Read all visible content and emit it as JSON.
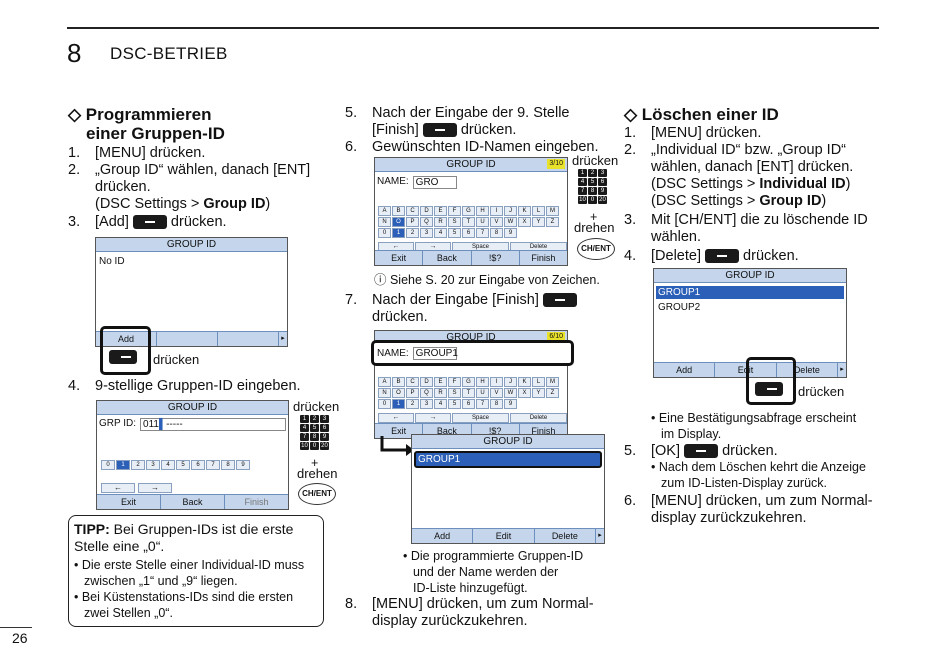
{
  "header": {
    "chapter_number": "8",
    "chapter_title": "DSC-BETRIEB",
    "page_number": "26"
  },
  "col1": {
    "heading_line1": "◇ Programmieren",
    "heading_line2": "einer Gruppen-ID",
    "s1_n": "1.",
    "s1": "[MENU] drücken.",
    "s2_n": "2.",
    "s2a": "„Group ID“ wählen, danach [ENT]",
    "s2b": "drücken.",
    "s2c_pre": "(DSC Settings > ",
    "s2c_bold": "Group ID",
    "s2c_post": ")",
    "s3_n": "3.",
    "s3_pre": "[Add]",
    "s3_post": "drücken.",
    "screen1": {
      "title": "GROUP ID",
      "line": "No ID",
      "softkey": "Add"
    },
    "druecken": "drücken",
    "s4_n": "4.",
    "s4": "9-stellige Gruppen-ID eingeben.",
    "screen2": {
      "title": "GROUP ID",
      "label": "GRP ID:",
      "value": "011",
      "cursor_char": "▌",
      "dashes": "-----",
      "exit": "Exit",
      "back": "Back",
      "finish": "Finish",
      "left_arrow": "←",
      "right_arrow": "→",
      "keys": [
        "0",
        "1",
        "2",
        "3",
        "4",
        "5",
        "6",
        "7",
        "8",
        "9"
      ]
    },
    "keypad_label": "drücken",
    "plus": "+",
    "drehen": "drehen",
    "knob": "CH/ENT",
    "tip_bold": "TIPP:",
    "tip_1": " Bei Gruppen-IDs ist die erste",
    "tip_2": "Stelle eine „0“.",
    "tip_b1a": "• Die erste Stelle einer Individual-ID muss",
    "tip_b1b": "zwischen „1“ und „9“ liegen.",
    "tip_b2a": "• Bei Küstenstations-IDs sind die ersten",
    "tip_b2b": "zwei Stellen „0“."
  },
  "col2": {
    "s5_n": "5.",
    "s5a": "Nach der Eingabe der 9. Stelle",
    "s5b_pre": "[Finish]",
    "s5b_post": "drücken.",
    "s6_n": "6.",
    "s6": "Gewünschten ID-Namen eingeben.",
    "screen3": {
      "title": "GROUP ID",
      "counter": "3/10",
      "name_label": "NAME:",
      "name_value": "GRO",
      "row1": [
        "A",
        "B",
        "C",
        "D",
        "E",
        "F",
        "G",
        "H",
        "I",
        "J",
        "K",
        "L",
        "M"
      ],
      "row2": [
        "N",
        "O",
        "P",
        "Q",
        "R",
        "S",
        "T",
        "U",
        "V",
        "W",
        "X",
        "Y",
        "Z"
      ],
      "row3": [
        "0",
        "1",
        "2",
        "3",
        "4",
        "5",
        "6",
        "7",
        "8",
        "9"
      ],
      "left_arrow": "←",
      "right_arrow": "→",
      "space": "Space",
      "delete": "Delete",
      "exit": "Exit",
      "back": "Back",
      "sym": "!$?",
      "finish": "Finish"
    },
    "note": "ⓘ Siehe S. 20 zur Eingabe von Zeichen.",
    "s7_n": "7.",
    "s7_pre": "Nach der Eingabe [Finish]",
    "s7b": "drücken.",
    "screen4": {
      "title": "GROUP ID",
      "counter": "6/10",
      "name_label": "NAME:",
      "name_value": "GROUP1"
    },
    "screen5": {
      "title": "GROUP ID",
      "item": "GROUP1",
      "add": "Add",
      "edit": "Edit",
      "delete": "Delete"
    },
    "bullet_a": "• Die programmierte Gruppen-ID",
    "bullet_b": "und der Name werden der",
    "bullet_c": "ID-Liste hinzugefügt.",
    "s8_n": "8.",
    "s8a": "[MENU] drücken, um zum Normal-",
    "s8b": "display zurückzukehren."
  },
  "col3": {
    "heading": "◇ Löschen einer ID",
    "s1_n": "1.",
    "s1": "[MENU] drücken.",
    "s2_n": "2.",
    "s2a": "„Individual ID“ bzw. „Group ID“",
    "s2b": "wählen, danach [ENT] drücken.",
    "s2c_pre": "(DSC Settings > ",
    "s2c_bold": "Individual ID",
    "s2c_post": ")",
    "s2d_pre": "(DSC Settings > ",
    "s2d_bold": "Group ID",
    "s2d_post": ")",
    "s3_n": "3.",
    "s3a": "Mit [CH/ENT] die zu löschende ID",
    "s3b": "wählen.",
    "s4_n": "4.",
    "s4_pre": "[Delete]",
    "s4_post": "drücken.",
    "screen6": {
      "title": "GROUP ID",
      "item1": "GROUP1",
      "item2": "GROUP2",
      "add": "Add",
      "edit": "Edit",
      "delete": "Delete"
    },
    "druecken": "drücken",
    "b1a": "• Eine Bestätigungsabfrage erscheint",
    "b1b": "im Display.",
    "s5_n": "5.",
    "s5_pre": "[OK]",
    "s5_post": "drücken.",
    "b2a": "• Nach dem Löschen kehrt die Anzeige",
    "b2b": "zum ID-Listen-Display zurück.",
    "s6_n": "6.",
    "s6a": "[MENU] drücken, um zum Normal-",
    "s6b": "display zurückzukehren."
  }
}
